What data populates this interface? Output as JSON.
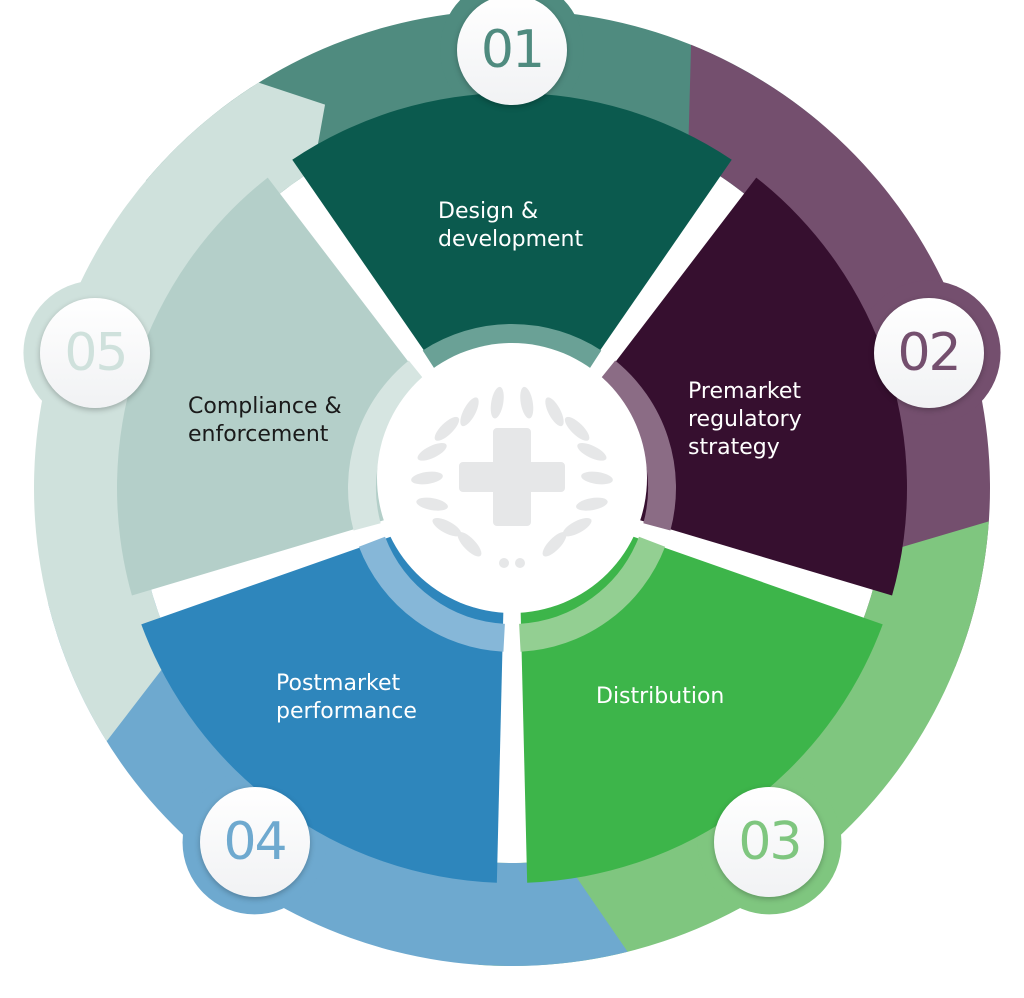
{
  "center_icon": "medical-cross-laurel-icon",
  "stages": [
    {
      "number": "01",
      "label": "Design &\ndevelopment",
      "sector_color": "#0b5a4e",
      "band_color": "#4f8b7f",
      "inner_ring": "#6aa196",
      "text_color": "#ffffff"
    },
    {
      "number": "02",
      "label": "Premarket\nregulatory\nstrategy",
      "sector_color": "#360f2f",
      "band_color": "#744f6e",
      "inner_ring": "#8b6c85",
      "text_color": "#ffffff"
    },
    {
      "number": "03",
      "label": "Distribution",
      "sector_color": "#3db54a",
      "band_color": "#7fc67f",
      "inner_ring": "#93cf92",
      "text_color": "#ffffff"
    },
    {
      "number": "04",
      "label": "Postmarket\nperformance",
      "sector_color": "#2e86bc",
      "band_color": "#6ea9cf",
      "inner_ring": "#86b7d8",
      "text_color": "#ffffff"
    },
    {
      "number": "05",
      "label": "Compliance &\nenforcement",
      "sector_color": "#b4cfc9",
      "band_color": "#cfe1dc",
      "inner_ring": "#d6e5e1",
      "text_color": "#1a1a1a"
    }
  ]
}
